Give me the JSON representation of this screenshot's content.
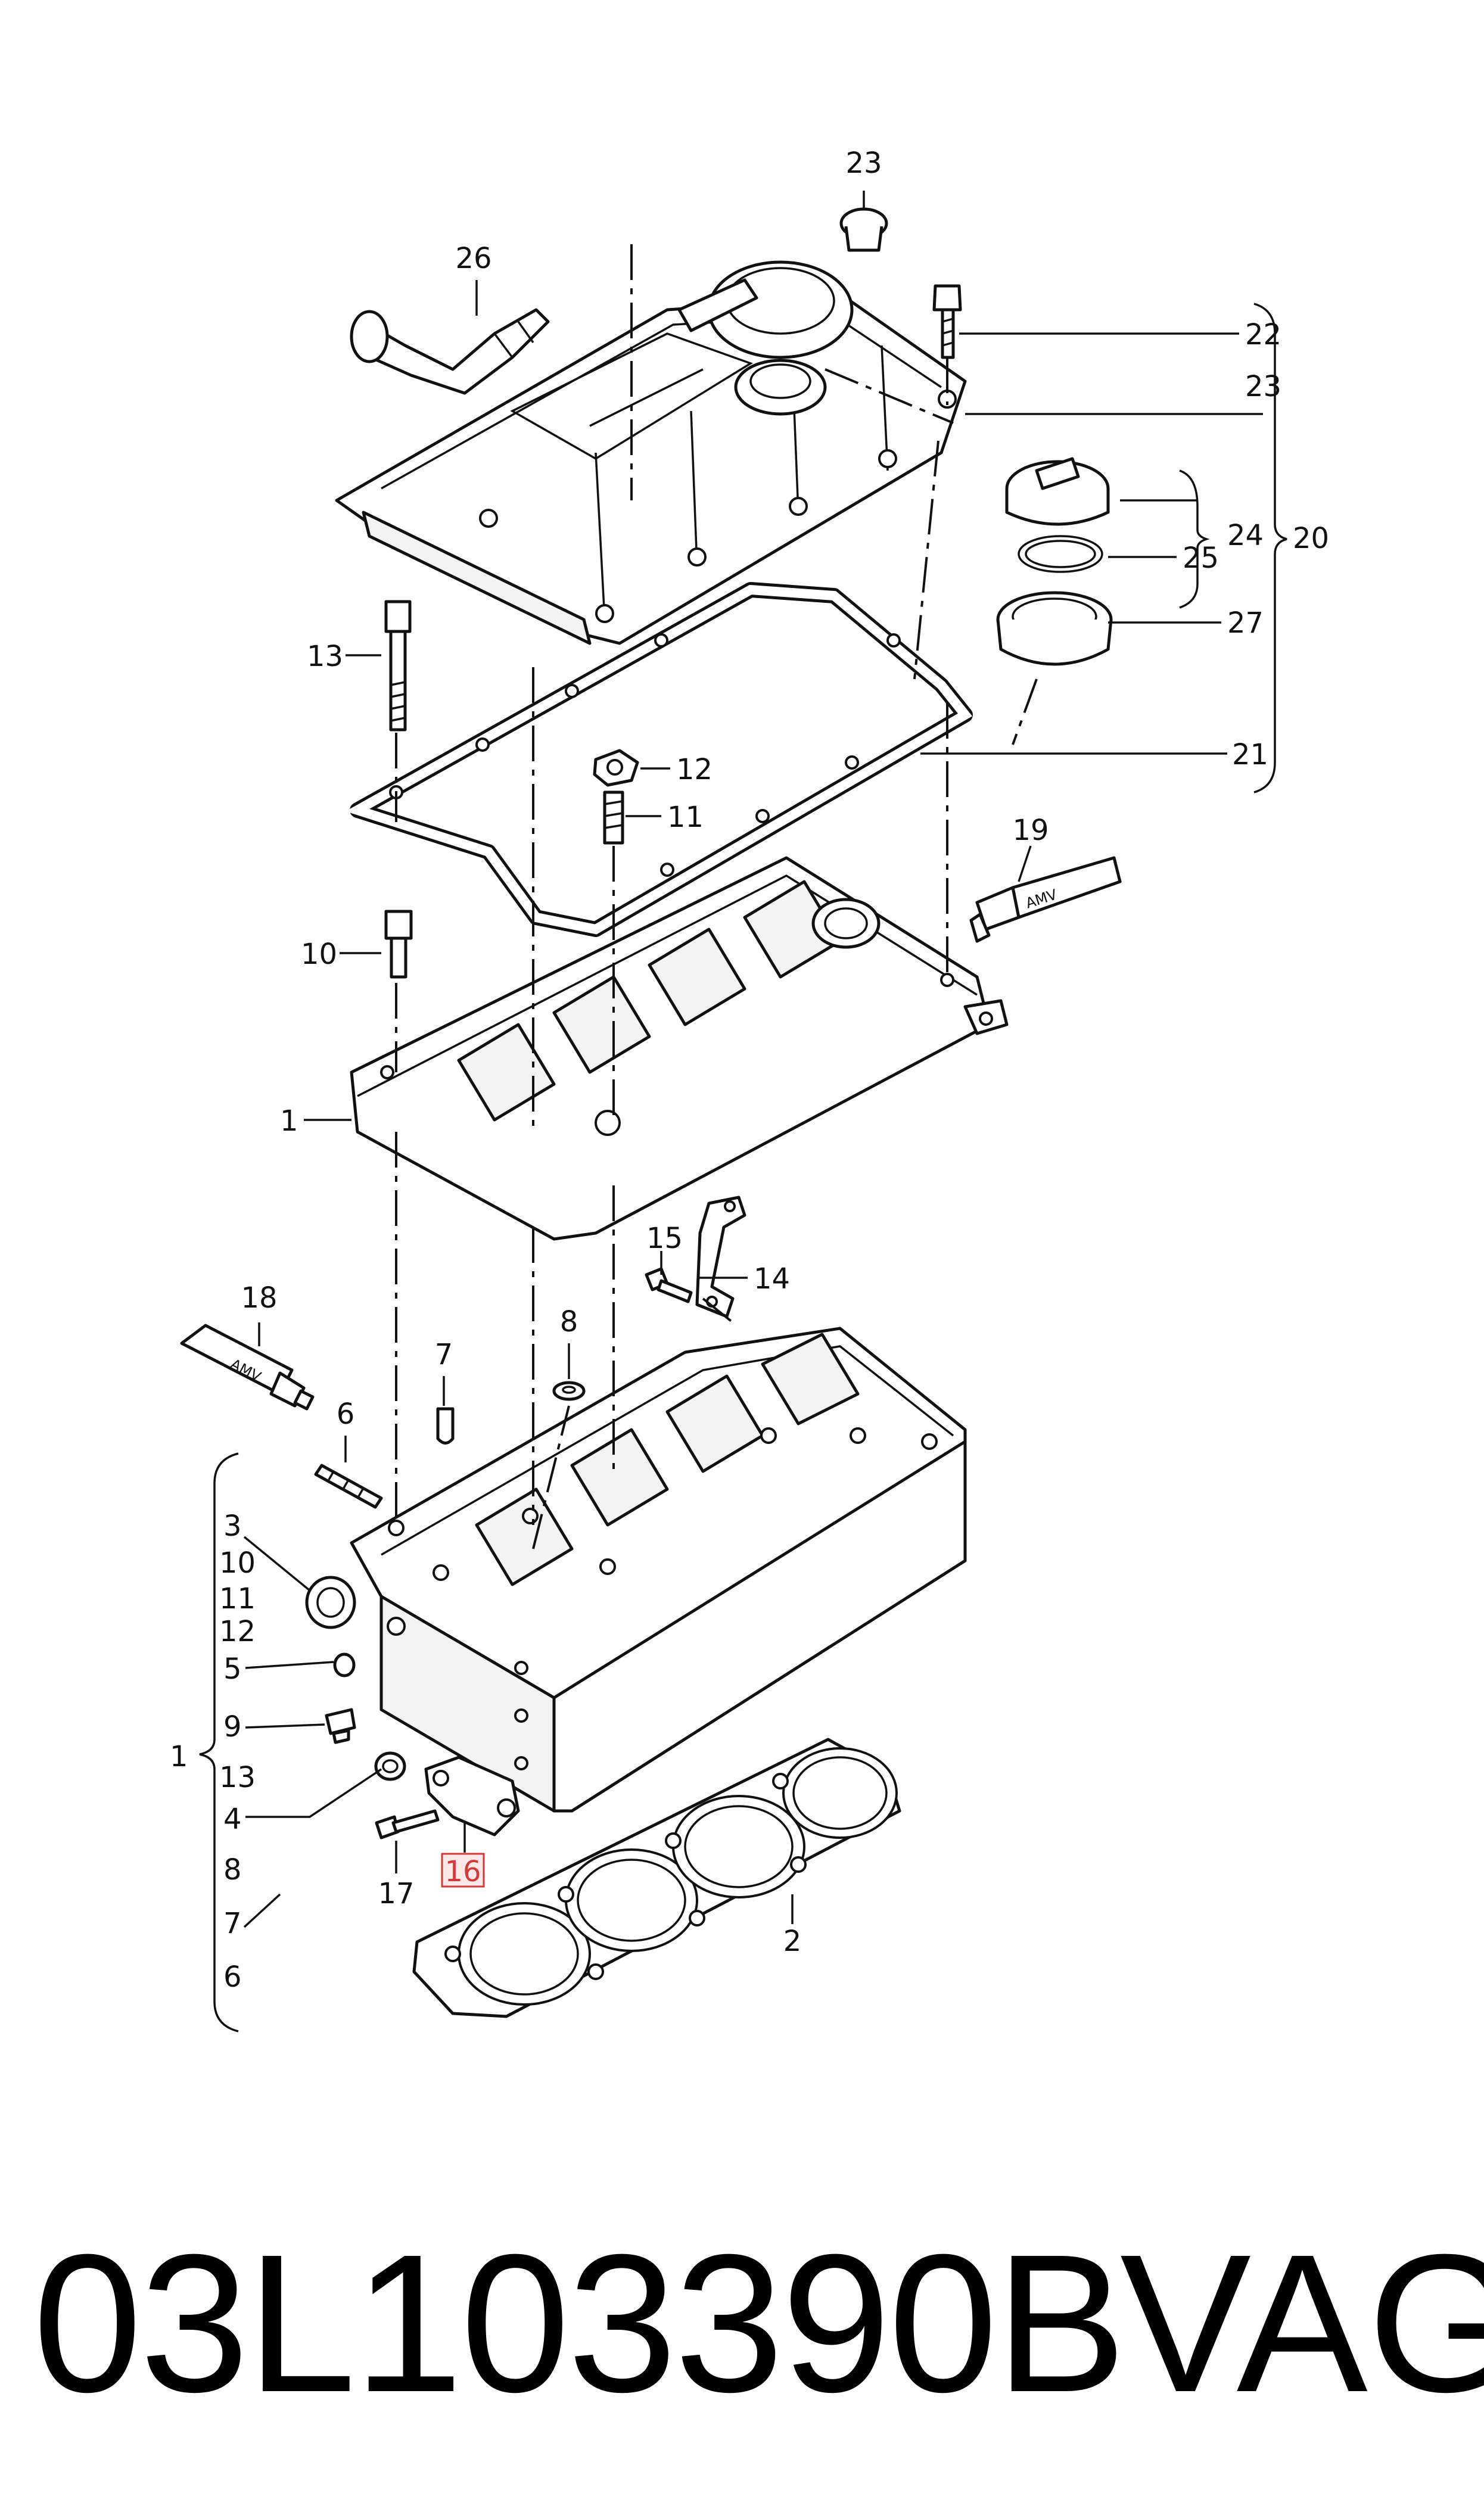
{
  "diagram": {
    "callouts": {
      "c23_top": "23",
      "c26": "26",
      "c22": "22",
      "c23_right": "23",
      "c24": "24",
      "c25": "25",
      "c20": "20",
      "c27": "27",
      "c21": "21",
      "c13_top": "13",
      "c12_top": "12",
      "c11_top": "11",
      "c19": "19",
      "c10_top": "10",
      "c1_top": "1",
      "c15": "15",
      "c14": "14",
      "c18": "18",
      "c8_top": "8",
      "c7_top": "7",
      "c6_top": "6",
      "c3": "3",
      "c10_list": "10",
      "c11_list": "11",
      "c12_list": "12",
      "c5": "5",
      "c9": "9",
      "c1_list": "1",
      "c13_list": "13",
      "c4": "4",
      "c8_list": "8",
      "c7_list": "7",
      "c6_list": "6",
      "c16": "16",
      "c17": "17",
      "c2": "2"
    },
    "tube_label_18": "AMV",
    "tube_label_19": "AMV",
    "highlight_color": "#d23a3a"
  },
  "footer": {
    "part_number": "03L103390B",
    "brand": "VAG"
  }
}
